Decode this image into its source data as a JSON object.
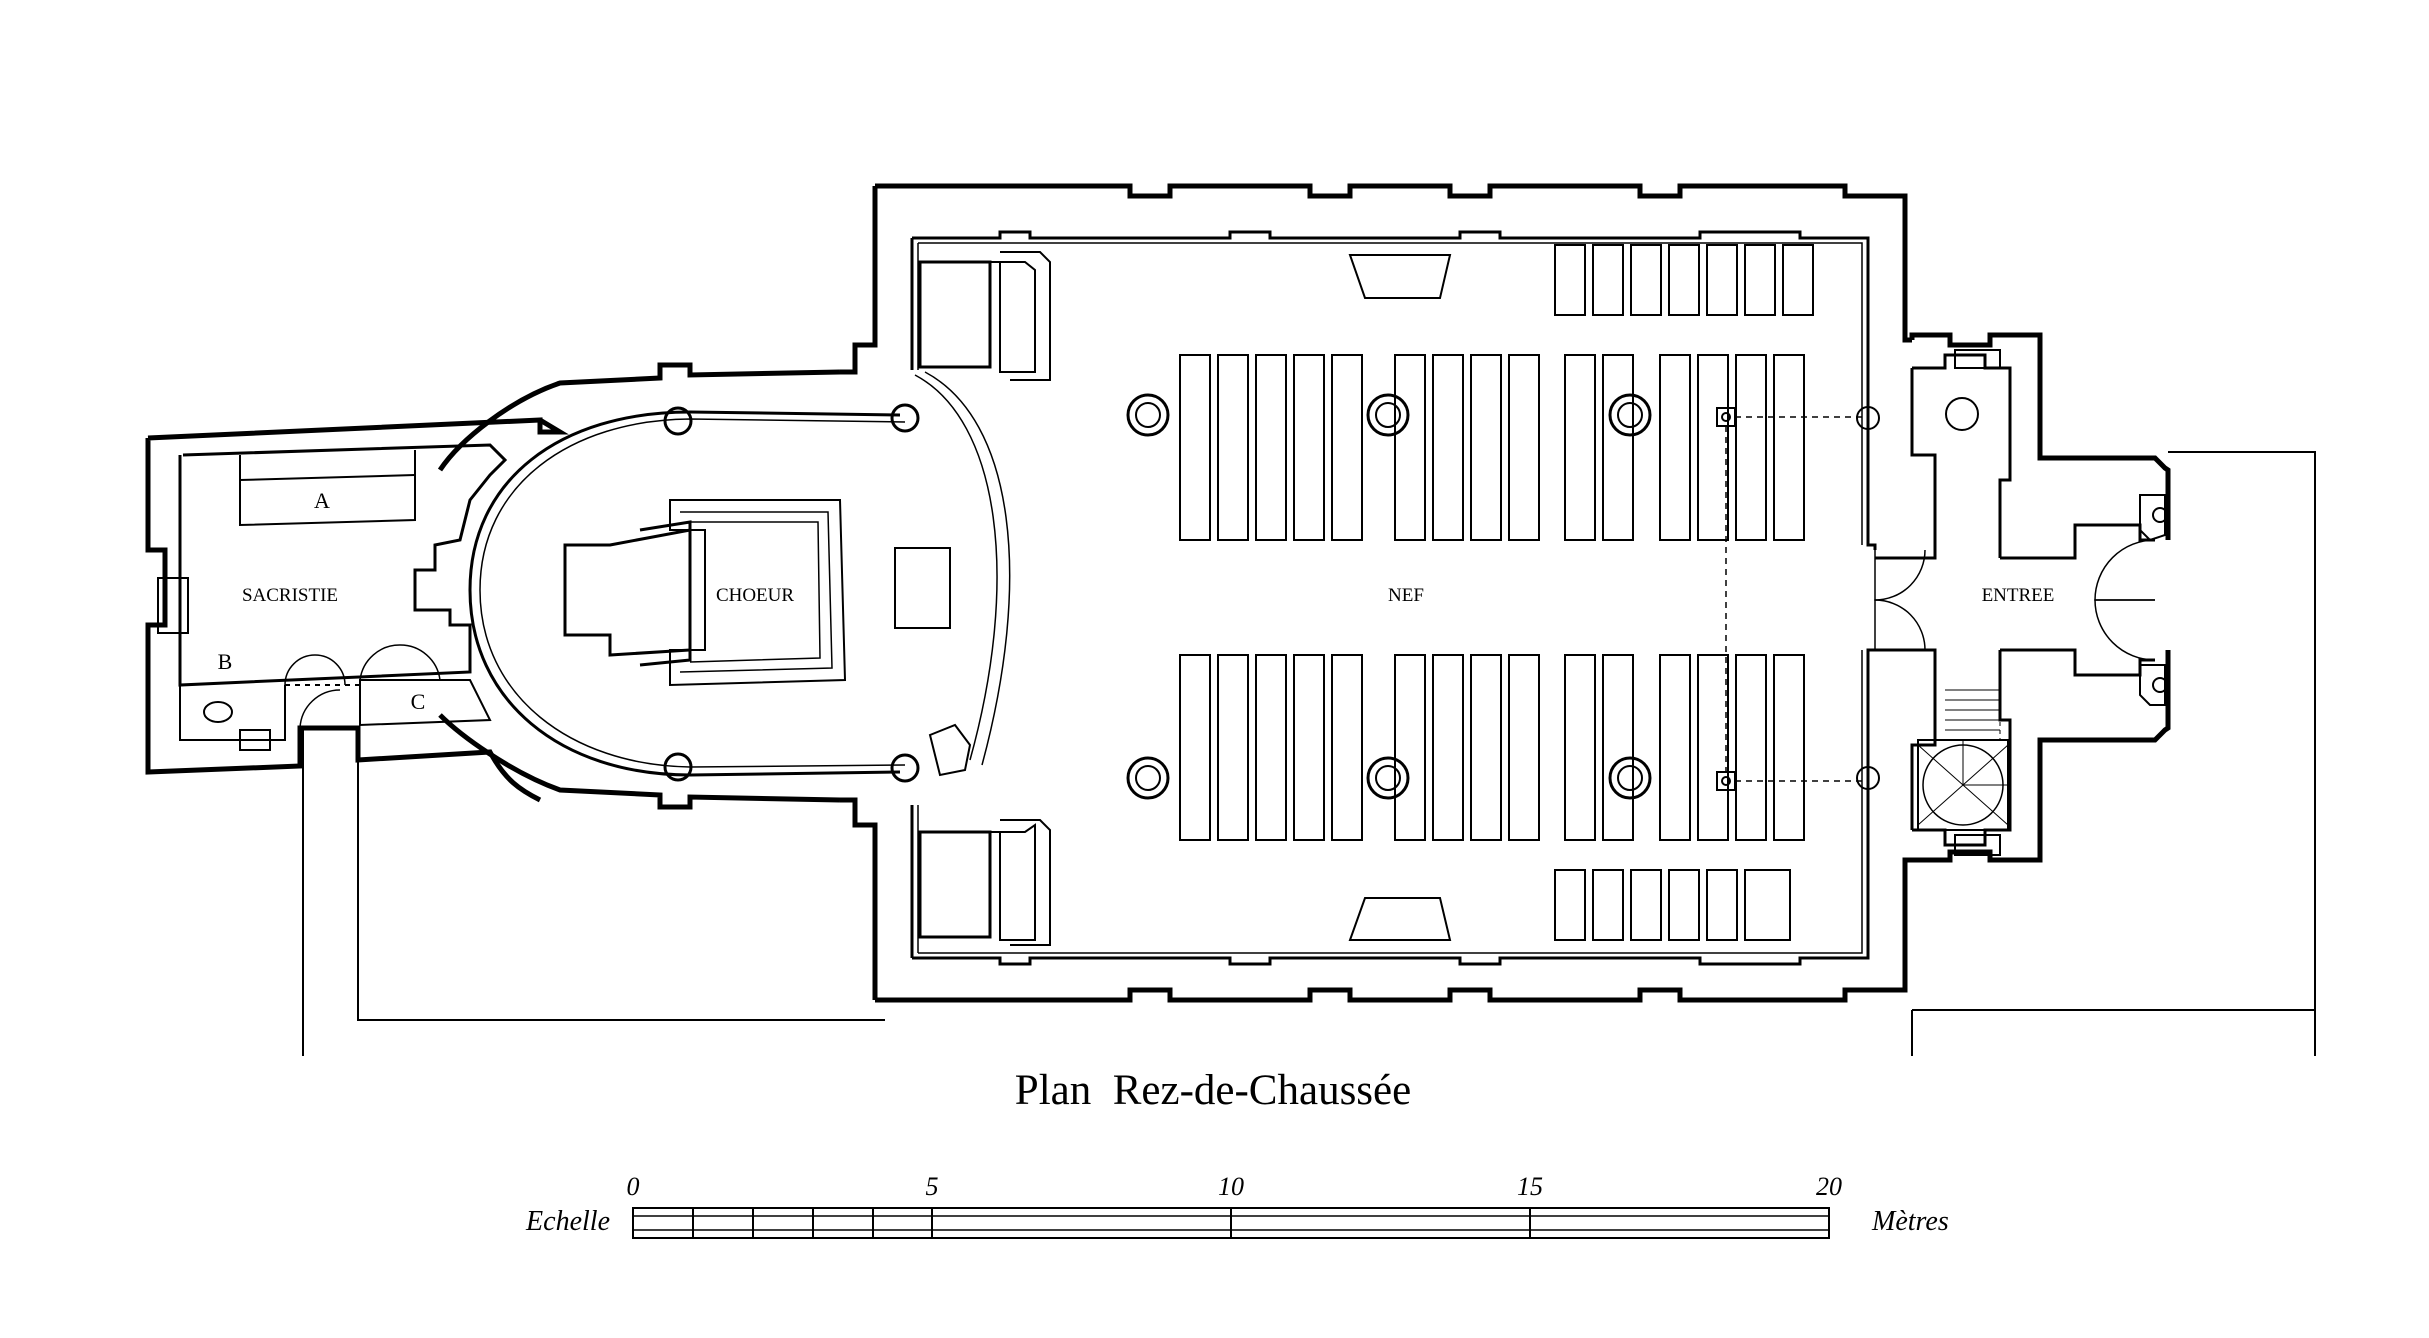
{
  "title": "Plan  Rez-de-Chaussée",
  "rooms": {
    "sacristie": "SACRISTIE",
    "choeur": "CHOEUR",
    "nef": "NEF",
    "entree": "ENTREE",
    "a": "A",
    "b": "B",
    "c": "C"
  },
  "scale": {
    "label": "Echelle",
    "unit": "Mètres",
    "ticks": [
      "0",
      "5",
      "10",
      "15",
      "20"
    ]
  },
  "colors": {
    "line": "#000000",
    "background": "#ffffff"
  }
}
